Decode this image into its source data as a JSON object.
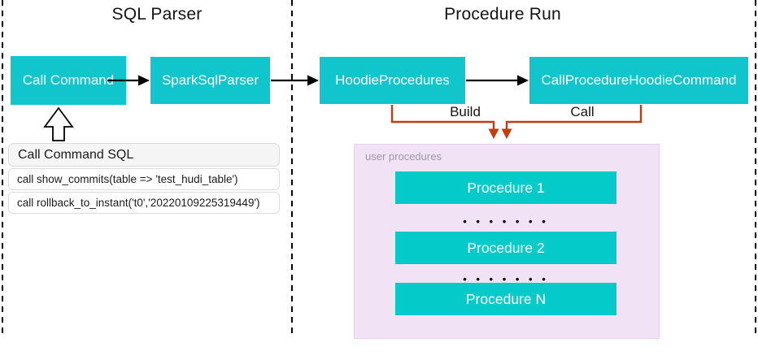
{
  "sections": {
    "sql_parser": {
      "title": "SQL Parser",
      "nodes": {
        "call_command": "Call Command",
        "spark_sql_parser": "SparkSqlParser"
      },
      "sql_panel": {
        "header": "Call Command SQL",
        "rows": [
          "call show_commits(table => 'test_hudi_table')",
          "call rollback_to_instant('t0','20220109225319449')"
        ]
      }
    },
    "procedure_run": {
      "title": "Procedure Run",
      "nodes": {
        "hoodie_procedures": "HoodieProcedures",
        "call_procedure_hoodie_command": "CallProcedureHoodieCommand"
      },
      "edge_labels": {
        "build": "Build",
        "call": "Call"
      },
      "user_procedures": {
        "label": "user procedures",
        "items": [
          "Procedure 1",
          "Procedure 2",
          "Procedure N"
        ],
        "ellipsis": "• • • • • • •"
      }
    }
  },
  "colors": {
    "node_fill": "#10c5cc",
    "procedure_fill": "#04cbc9",
    "user_procedures_bg": "#f2e2f6",
    "connector_orange": "#c23c10",
    "arrow_black": "#000000",
    "sql_header_bg": "#f5f5f5"
  }
}
